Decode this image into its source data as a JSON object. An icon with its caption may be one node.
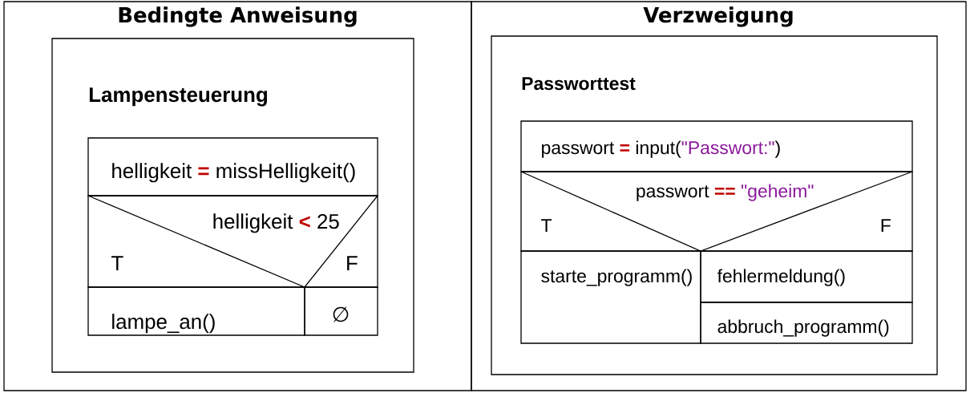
{
  "diagram": {
    "nodes": [
      {
        "text": [
          "Bedingte Anweisung"
        ]
      },
      {
        "text": [
          "Lampensteuerung"
        ],
        "in": 0
      },
      {
        "text": [
          "helligkeit **=** missHelligkeit()"
        ],
        "in": 1
      },
      {
        "text": [
          "helligkeit **<** 25",
          "T",
          "F"
        ],
        "in": 1
      },
      {
        "text": [
          "lampe_an()"
        ],
        "in": 1
      },
      {
        "text": [
          "∅"
        ],
        "in": 1
      },
      {
        "text": [
          "Verzweigung"
        ]
      },
      {
        "text": [
          "Passworttest"
        ],
        "in": 6
      },
      {
        "text": [
          "passwort **=** input(*\"Passwort:\"*)"
        ],
        "in": 7
      },
      {
        "text": [
          "passwort **==** *\"geheim\"*",
          "T",
          "F"
        ],
        "in": 7
      },
      {
        "text": [
          "starte_programm()"
        ],
        "in": 7
      },
      {
        "text": [
          "fehlermeldung()"
        ],
        "in": 7
      },
      {
        "text": [
          "abbruch_programm()"
        ],
        "in": 7
      }
    ]
  }
}
